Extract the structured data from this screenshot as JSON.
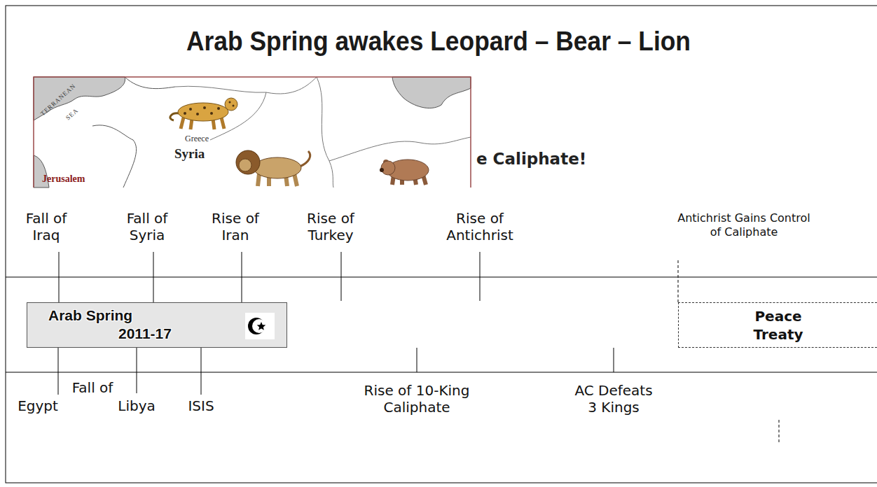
{
  "diagram": {
    "title": "Arab Spring awakes Leopard – Bear – Lion",
    "nodes": [
      {
        "text": [
          "Arab Spring",
          "2011-17"
        ]
      },
      {
        "text": [
          "Peace Treaty"
        ]
      }
    ],
    "labels": [
      "e Caliphate!",
      "TERRANEAN",
      "SEA",
      "Greece",
      "Syria",
      "Jerusalem",
      "Fall of Iraq",
      "Fall of Syria",
      "Rise of Iran",
      "Rise of Turkey",
      "Rise of Antichrist",
      "Antichrist Gains Control of Caliphate",
      "Fall of",
      "Egypt",
      "Libya",
      "ISIS",
      "Rise of 10-King Caliphate",
      "AC Defeats 3 Kings"
    ]
  }
}
